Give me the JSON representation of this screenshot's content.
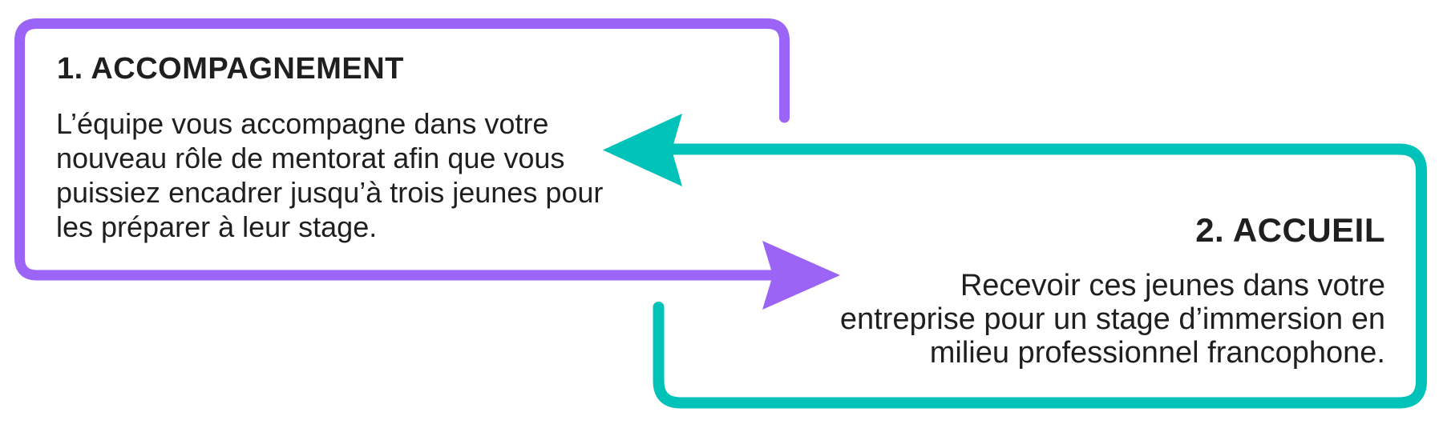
{
  "colors": {
    "purple": "#9C63F7",
    "teal": "#00C2B8",
    "text": "#1F1F1F",
    "background": "#FFFFFF"
  },
  "step_1": {
    "title": "1. ACCOMPAGNEMENT",
    "body_lines": [
      "L’équipe vous accompagne dans votre",
      "nouveau rôle de mentorat afin que vous",
      "puissiez encadrer jusqu’à trois jeunes pour",
      "les préparer à leur stage."
    ]
  },
  "step_2": {
    "title": "2. ACCUEIL",
    "body_lines": [
      "Recevoir ces jeunes dans votre",
      "entreprise pour un stage d’immersion en",
      "milieu professionnel francophone."
    ]
  },
  "icons": {
    "left_arrow": "teal-arrow-pointing-left",
    "right_arrow": "purple-arrow-pointing-right"
  }
}
